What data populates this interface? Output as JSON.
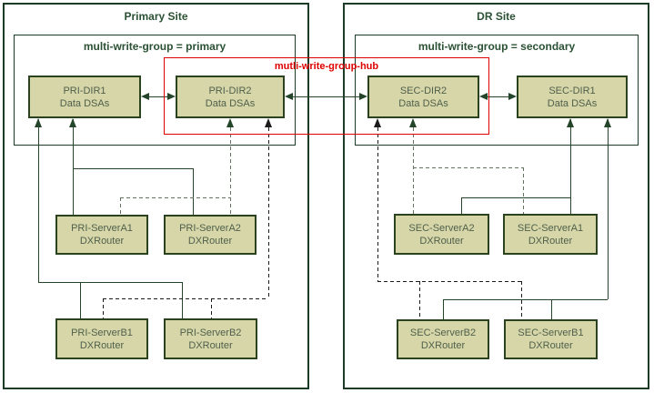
{
  "diagram_type": "architecture-diagram",
  "colors": {
    "border_green": "#1d3c28",
    "line_green": "#25452a",
    "dash_gray_green": "#64735f",
    "dash_black": "#1b1b1b",
    "node_fill": "#d6d6a8",
    "node_border": "#2a421d",
    "node_text": "#50604c",
    "title_green": "#2b5134",
    "hub_red": "#de0000"
  },
  "sites": {
    "primary": {
      "title": "Primary Site",
      "group_label": "multi-write-group = primary"
    },
    "dr": {
      "title": "DR Site",
      "group_label": "multi-write-group = secondary"
    }
  },
  "hub": {
    "label": "mutli-write-group-hub"
  },
  "nodes": {
    "pri_dir1": {
      "name": "PRI-DIR1",
      "role": "Data DSAs"
    },
    "pri_dir2": {
      "name": "PRI-DIR2",
      "role": "Data DSAs"
    },
    "sec_dir2": {
      "name": "SEC-DIR2",
      "role": "Data DSAs"
    },
    "sec_dir1": {
      "name": "SEC-DIR1",
      "role": "Data DSAs"
    },
    "pri_server_a1": {
      "name": "PRI-ServerA1",
      "role": "DXRouter"
    },
    "pri_server_a2": {
      "name": "PRI-ServerA2",
      "role": "DXRouter"
    },
    "pri_server_b1": {
      "name": "PRI-ServerB1",
      "role": "DXRouter"
    },
    "pri_server_b2": {
      "name": "PRI-ServerB2",
      "role": "DXRouter"
    },
    "sec_server_a2": {
      "name": "SEC-ServerA2",
      "role": "DXRouter"
    },
    "sec_server_a1": {
      "name": "SEC-ServerA1",
      "role": "DXRouter"
    },
    "sec_server_b2": {
      "name": "SEC-ServerB2",
      "role": "DXRouter"
    },
    "sec_server_b1": {
      "name": "SEC-ServerB1",
      "role": "DXRouter"
    }
  }
}
